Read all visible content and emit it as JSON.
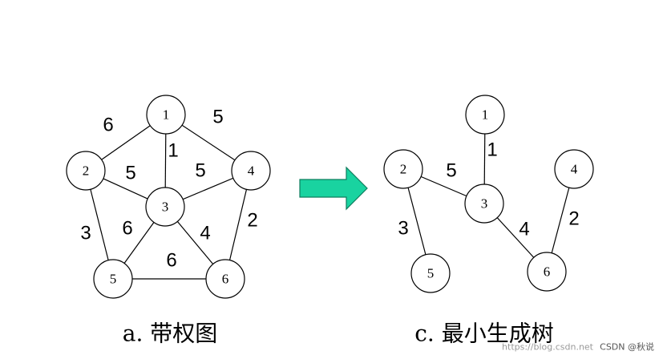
{
  "graph_a": {
    "caption": "a. 带权图",
    "nodes": [
      {
        "id": "1",
        "label": "1"
      },
      {
        "id": "2",
        "label": "2"
      },
      {
        "id": "3",
        "label": "3"
      },
      {
        "id": "4",
        "label": "4"
      },
      {
        "id": "5",
        "label": "5"
      },
      {
        "id": "6",
        "label": "6"
      }
    ],
    "edges": [
      {
        "from": "1",
        "to": "2",
        "weight": "6"
      },
      {
        "from": "1",
        "to": "4",
        "weight": "5"
      },
      {
        "from": "1",
        "to": "3",
        "weight": "1"
      },
      {
        "from": "2",
        "to": "3",
        "weight": "5"
      },
      {
        "from": "3",
        "to": "4",
        "weight": "5"
      },
      {
        "from": "2",
        "to": "5",
        "weight": "3"
      },
      {
        "from": "3",
        "to": "5",
        "weight": "6"
      },
      {
        "from": "3",
        "to": "6",
        "weight": "4"
      },
      {
        "from": "4",
        "to": "6",
        "weight": "2"
      },
      {
        "from": "5",
        "to": "6",
        "weight": "6"
      }
    ]
  },
  "graph_c": {
    "caption": "c. 最小生成树",
    "nodes": [
      {
        "id": "1",
        "label": "1"
      },
      {
        "id": "2",
        "label": "2"
      },
      {
        "id": "3",
        "label": "3"
      },
      {
        "id": "4",
        "label": "4"
      },
      {
        "id": "5",
        "label": "5"
      },
      {
        "id": "6",
        "label": "6"
      }
    ],
    "edges": [
      {
        "from": "1",
        "to": "3",
        "weight": "1"
      },
      {
        "from": "2",
        "to": "3",
        "weight": "5"
      },
      {
        "from": "2",
        "to": "5",
        "weight": "3"
      },
      {
        "from": "3",
        "to": "6",
        "weight": "4"
      },
      {
        "from": "4",
        "to": "6",
        "weight": "2"
      }
    ]
  },
  "arrow": {
    "color": "#19d3a0",
    "stroke": "#0f7d5e",
    "icon": "right-arrow-icon"
  },
  "watermark": {
    "left": "https://blog.csdn.net",
    "right": "CSDN @秋说"
  }
}
